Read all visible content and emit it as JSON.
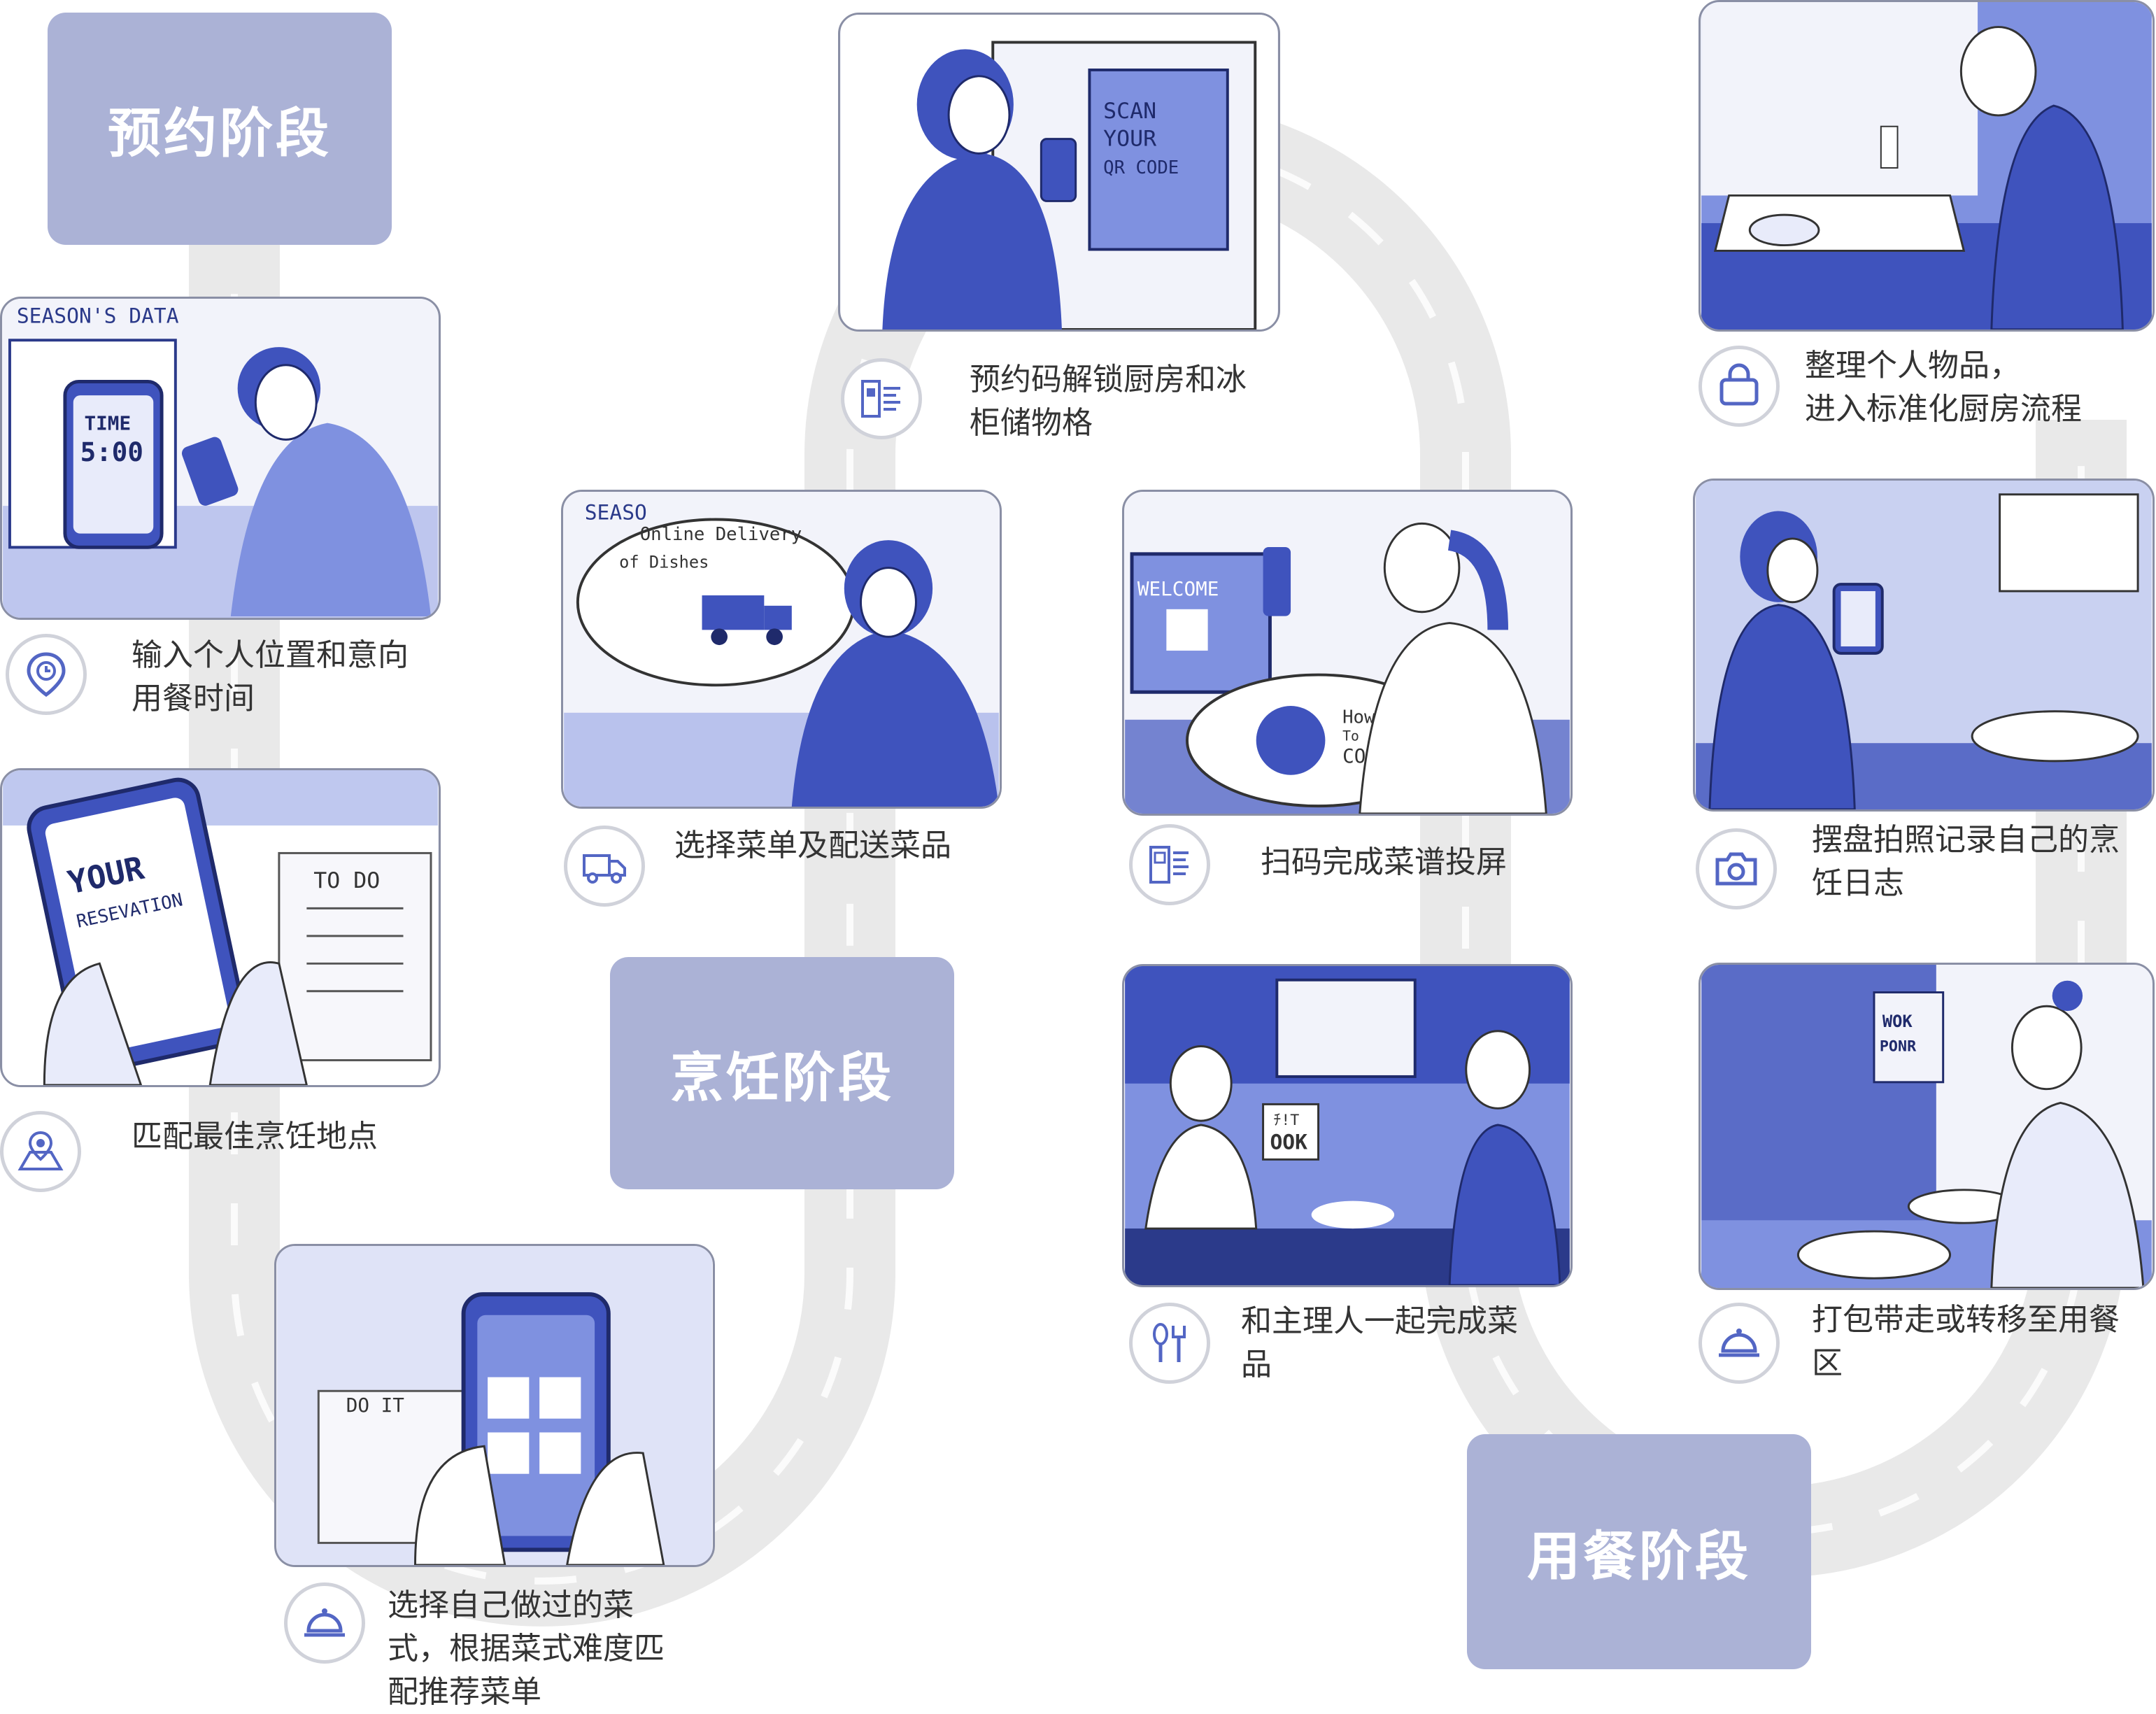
{
  "stages": {
    "reserve": "预约阶段",
    "cook": "烹饪阶段",
    "dine": "用餐阶段"
  },
  "panel_text": {
    "season_data": "SEASON'S DATA",
    "time": "TIME",
    "time_value": "5:00",
    "your_reservation_1": "YOUR",
    "your_reservation_2": "RESEVATION",
    "to_do": "TO DO",
    "do_it": "DO IT",
    "scan_1": "SCAN",
    "scan_2": "YOUR",
    "scan_3": "QR CODE",
    "online_1": "Online Delivery",
    "online_2": "of Dishes",
    "season_short": "SEASO",
    "welcome": "WELCOME",
    "how_to_cook_1": "How",
    "how_to_cook_2": "To",
    "how_to_cook_3": "COOK",
    "cook_sign_1": "ﾁ!T",
    "cook_sign_2": "OOK",
    "wok_sign_1": "WOK",
    "wok_sign_2": "PONR"
  },
  "steps": [
    {
      "icon": "location-clock-icon",
      "text_1": "输入个人位置和意向",
      "text_2": "用餐时间"
    },
    {
      "icon": "map-pin-icon",
      "text_1": "匹配最佳烹饪地点",
      "text_2": ""
    },
    {
      "icon": "cloche-icon",
      "text_1": "选择自己做过的菜",
      "text_2": "式，根据菜式难度匹",
      "text_3": "配推荐菜单"
    },
    {
      "icon": "qr-unlock-icon",
      "text_1": "预约码解锁厨房和冰",
      "text_2": "柜储物格"
    },
    {
      "icon": "delivery-truck-icon",
      "text_1": "选择菜单及配送菜品",
      "text_2": ""
    },
    {
      "icon": "scan-screen-icon",
      "text_1": "扫码完成菜谱投屏",
      "text_2": ""
    },
    {
      "icon": "utensils-icon",
      "text_1": "和主理人一起完成菜",
      "text_2": "品"
    },
    {
      "icon": "bag-icon",
      "text_1": "整理个人物品，",
      "text_2": "进入标准化厨房流程"
    },
    {
      "icon": "camera-icon",
      "text_1": "摆盘拍照记录自己的烹",
      "text_2": "饪日志"
    },
    {
      "icon": "cloche-icon",
      "text_1": "打包带走或转移至用餐",
      "text_2": "区"
    }
  ],
  "colors": {
    "stage_fill": "#abb2d6",
    "track": "#e9e9e9",
    "sketch_blue": "#3f53bd",
    "sketch_light": "#7f91e0",
    "icon_stroke": "#5366c4"
  }
}
